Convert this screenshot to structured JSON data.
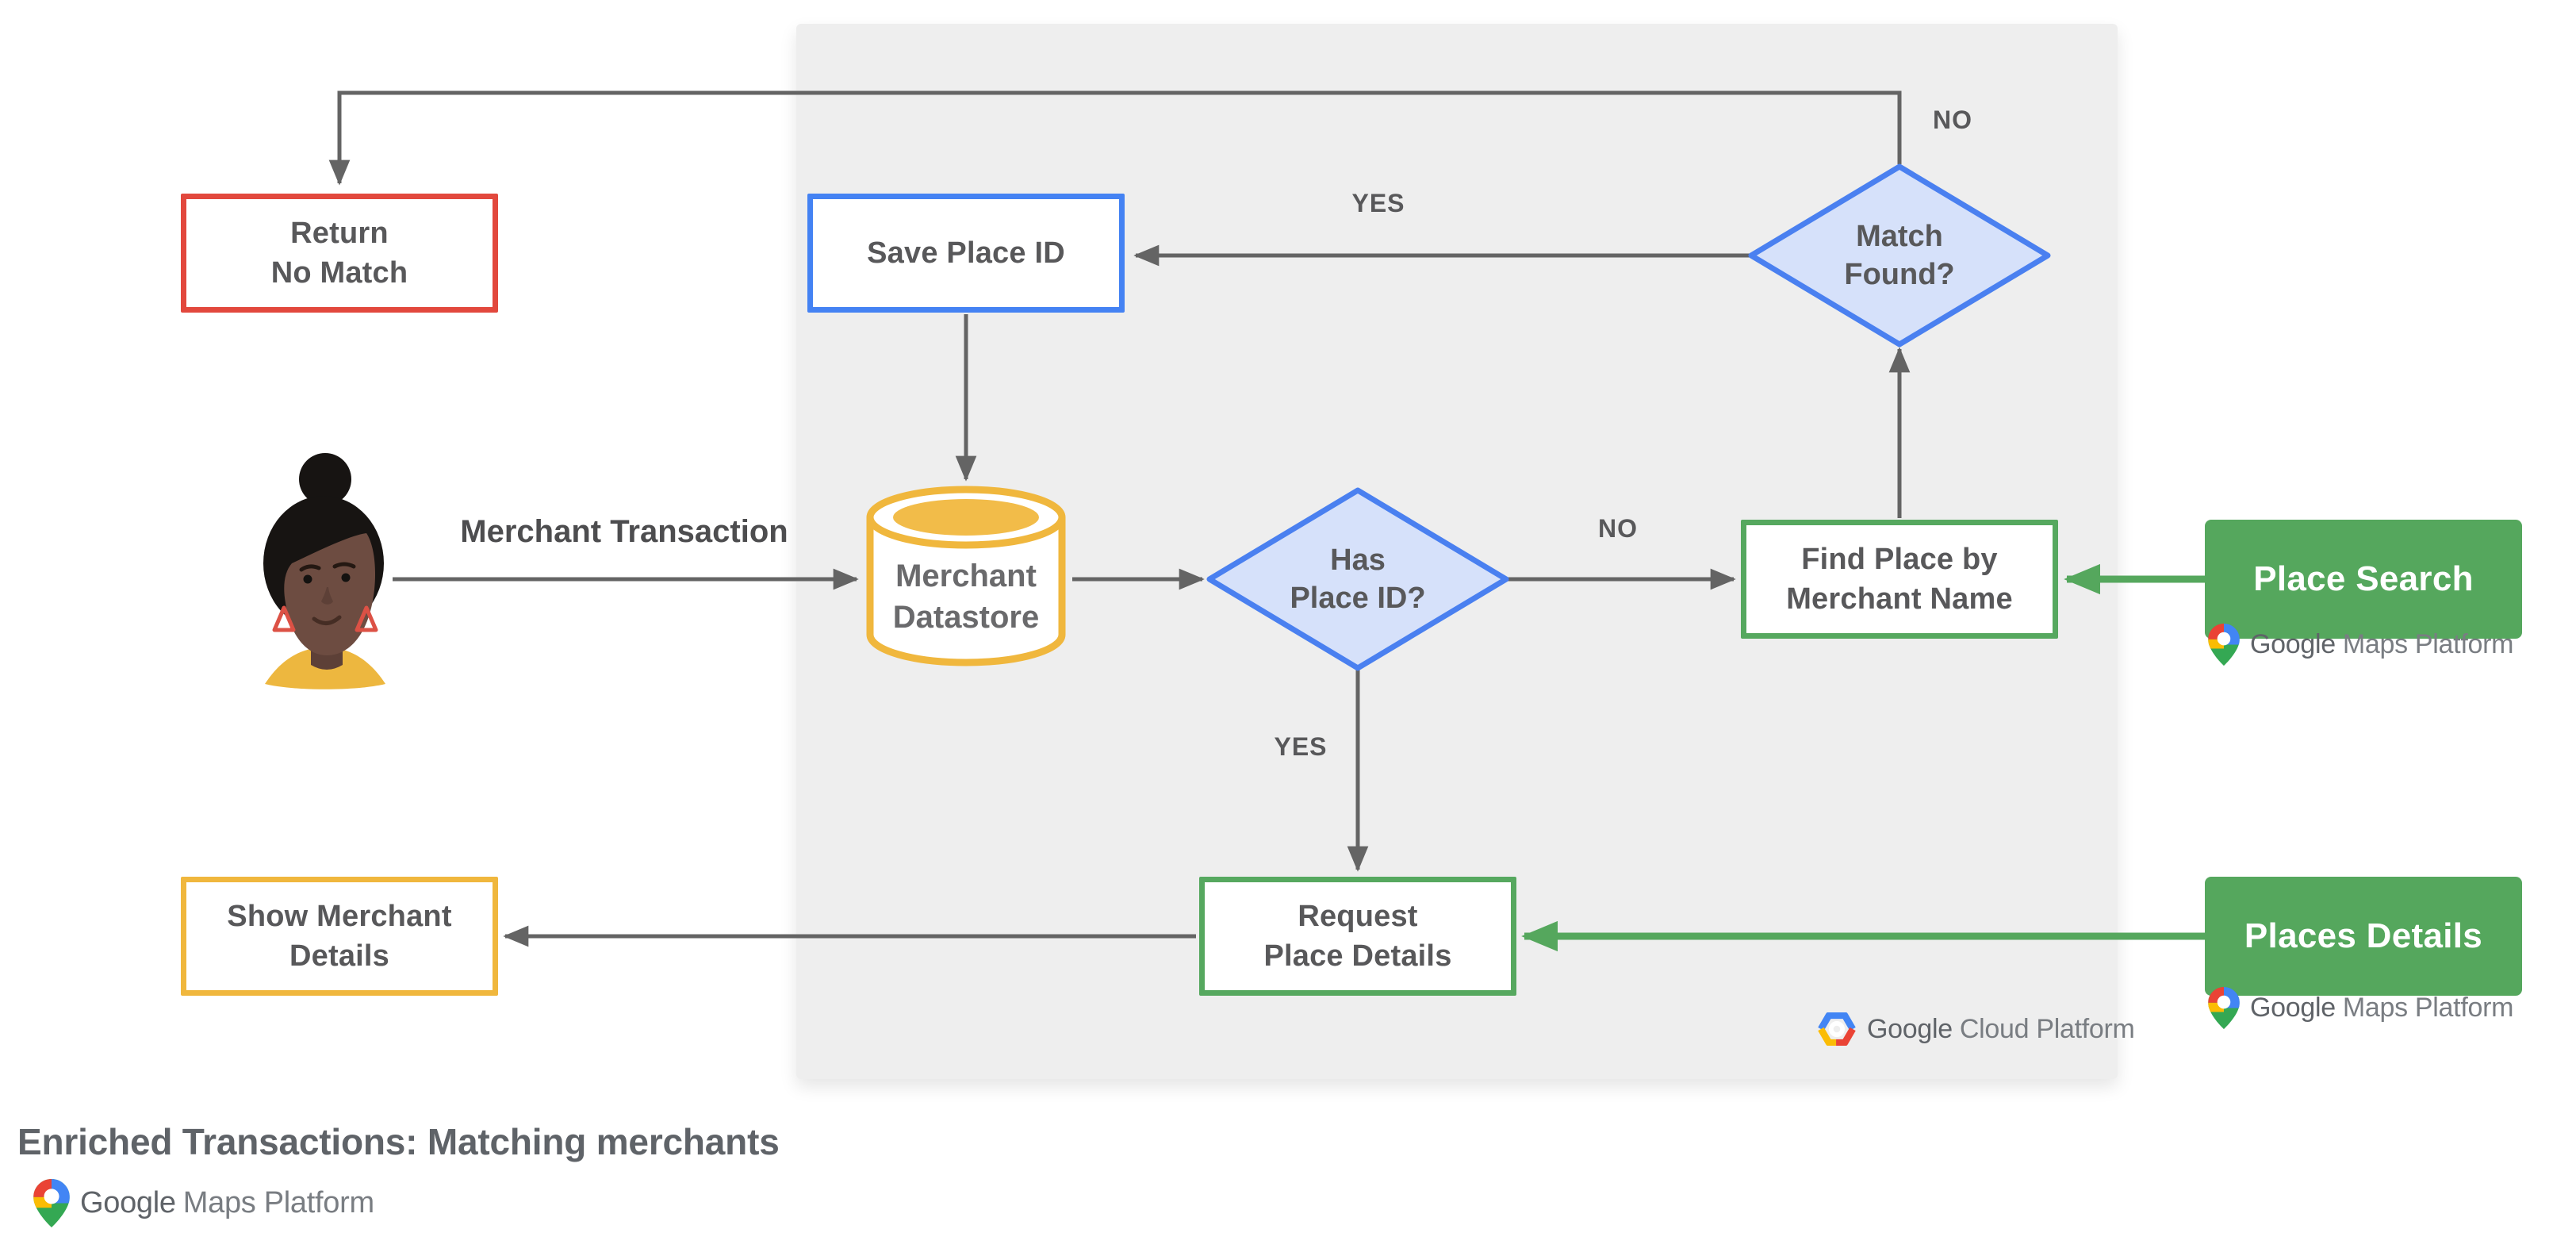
{
  "title": "Enriched Transactions: Matching merchants",
  "nodes": {
    "return_no_match": {
      "label": "Return\nNo Match"
    },
    "save_place_id": {
      "label": "Save Place ID"
    },
    "match_found": {
      "label": "Match\nFound?"
    },
    "merchant_datastore": {
      "label": "Merchant\nDatastore"
    },
    "has_place_id": {
      "label": "Has\nPlace ID?"
    },
    "find_place_by_merchant_name": {
      "label": "Find Place by\nMerchant Name"
    },
    "request_place_details": {
      "label": "Request\nPlace Details"
    },
    "show_merchant_details": {
      "label": "Show Merchant\nDetails"
    },
    "place_search_api": {
      "label": "Place Search"
    },
    "places_details_api": {
      "label": "Places Details"
    }
  },
  "edge_labels": {
    "match_found_no": "NO",
    "match_found_yes": "YES",
    "has_place_id_no": "NO",
    "has_place_id_yes": "YES",
    "merchant_transaction": "Merchant Transaction"
  },
  "logos": {
    "maps_platform": {
      "google": "Google",
      "rest": "Maps Platform"
    },
    "cloud_platform": {
      "google": "Google",
      "rest": "Cloud Platform"
    }
  },
  "colors": {
    "panel_gray": "#EEEEEE",
    "arrow_gray": "#646464",
    "node_text_gray": "#58585A",
    "red_border": "#E2483D",
    "blue_border": "#4482F3",
    "diamond_fill": "#D6E1FA",
    "diamond_border": "#4A80F0",
    "yellow_border": "#F0B73D",
    "green": "#55A75D",
    "google_blue": "#4285F4",
    "google_red": "#EA4335",
    "google_yellow": "#FBBC04",
    "google_green": "#34A853"
  }
}
